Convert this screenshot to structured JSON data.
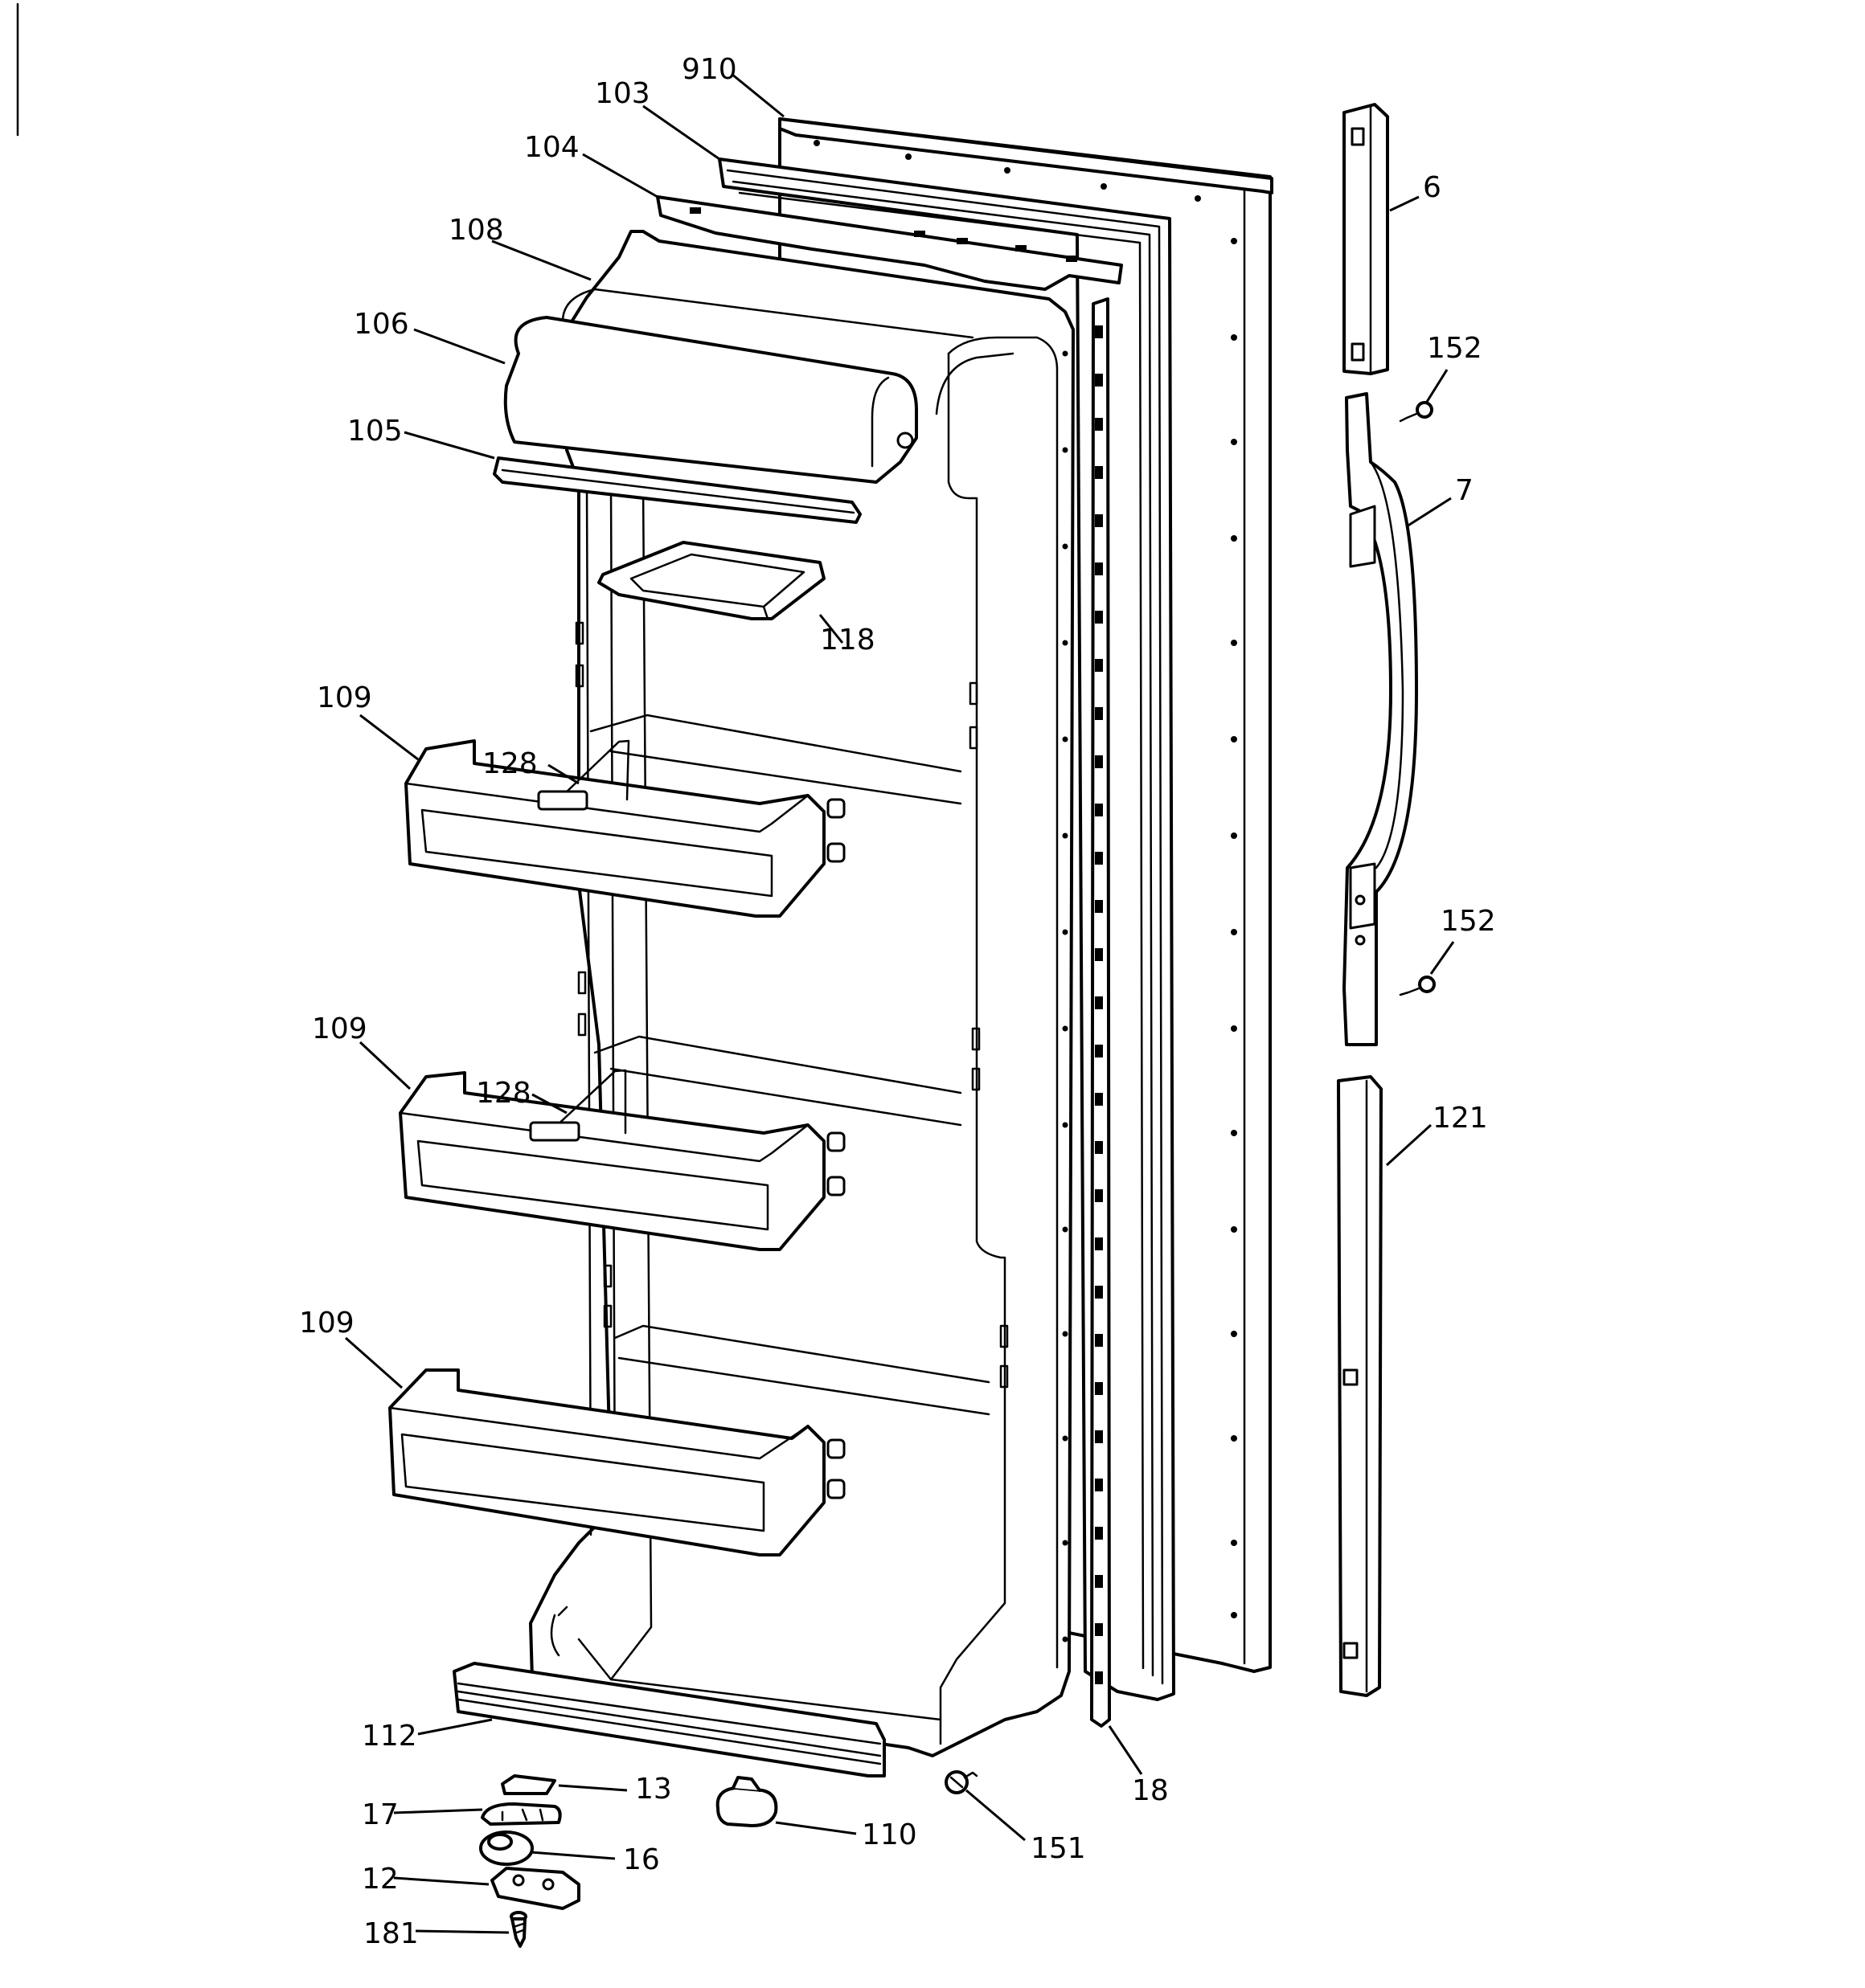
{
  "callouts": [
    {
      "id": "c910",
      "text": "910"
    },
    {
      "id": "c103",
      "text": "103"
    },
    {
      "id": "c104",
      "text": "104"
    },
    {
      "id": "c108",
      "text": "108"
    },
    {
      "id": "c106",
      "text": "106"
    },
    {
      "id": "c105",
      "text": "105"
    },
    {
      "id": "c118",
      "text": "118"
    },
    {
      "id": "c109a",
      "text": "109"
    },
    {
      "id": "c128a",
      "text": "128"
    },
    {
      "id": "c109b",
      "text": "109"
    },
    {
      "id": "c128b",
      "text": "128"
    },
    {
      "id": "c109c",
      "text": "109"
    },
    {
      "id": "c112",
      "text": "112"
    },
    {
      "id": "c13",
      "text": "13"
    },
    {
      "id": "c17",
      "text": "17"
    },
    {
      "id": "c16",
      "text": "16"
    },
    {
      "id": "c12",
      "text": "12"
    },
    {
      "id": "c181",
      "text": "181"
    },
    {
      "id": "c110",
      "text": "110"
    },
    {
      "id": "c151",
      "text": "151"
    },
    {
      "id": "c18",
      "text": "18"
    },
    {
      "id": "c6",
      "text": "6"
    },
    {
      "id": "c152a",
      "text": "152"
    },
    {
      "id": "c7",
      "text": "7"
    },
    {
      "id": "c152b",
      "text": "152"
    },
    {
      "id": "c121",
      "text": "121"
    }
  ]
}
